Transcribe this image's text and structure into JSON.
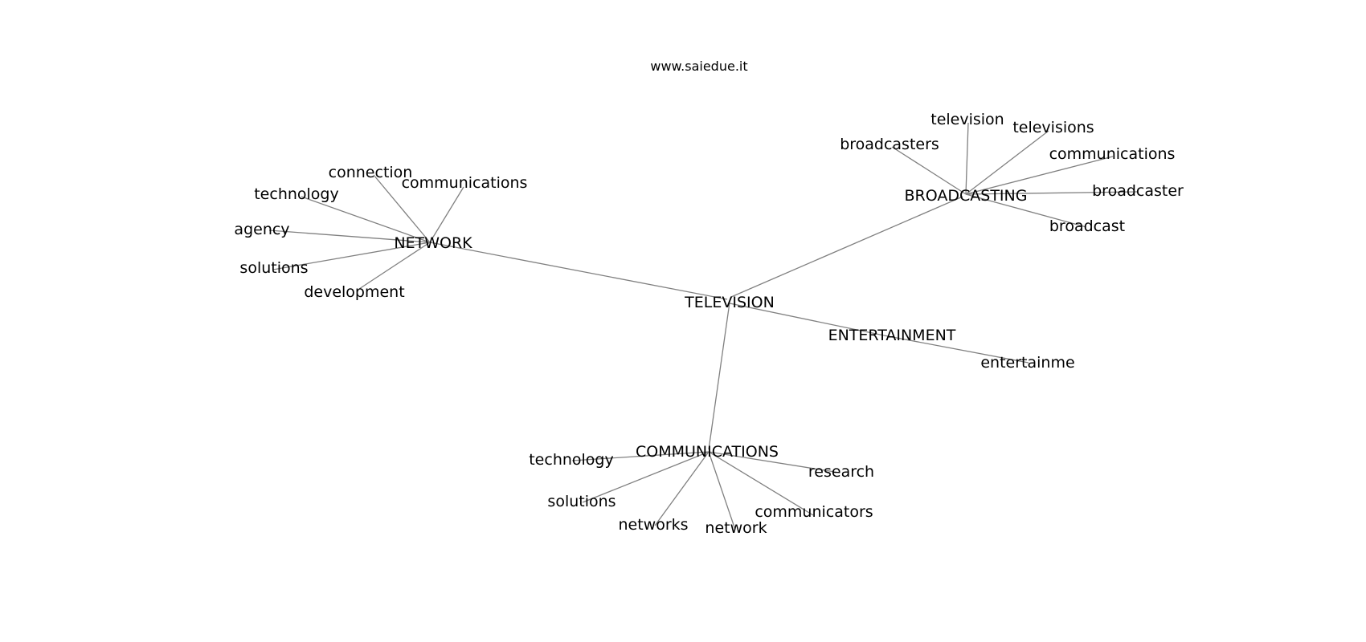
{
  "header": {
    "site": "www.saiedue.it"
  },
  "colors": {
    "edge": "#808080",
    "text": "#000000",
    "background": "#ffffff"
  },
  "nodes": {
    "television": "TELEVISION",
    "network": "NETWORK",
    "broadcasting": "BROADCASTING",
    "entertainment": "ENTERTAINMENT",
    "communications": "COMMUNICATIONS",
    "net_connection": "connection",
    "net_communications": "communications",
    "net_technology": "technology",
    "net_agency": "agency",
    "net_solutions": "solutions",
    "net_development": "development",
    "bc_television": "television",
    "bc_televisions": "televisions",
    "bc_broadcasters": "broadcasters",
    "bc_communications": "communications",
    "bc_broadcaster": "broadcaster",
    "bc_broadcast": "broadcast",
    "ent_entertainme": "entertainme",
    "com_technology": "technology",
    "com_research": "research",
    "com_solutions": "solutions",
    "com_communicators": "communicators",
    "com_networks": "networks",
    "com_network": "network"
  }
}
